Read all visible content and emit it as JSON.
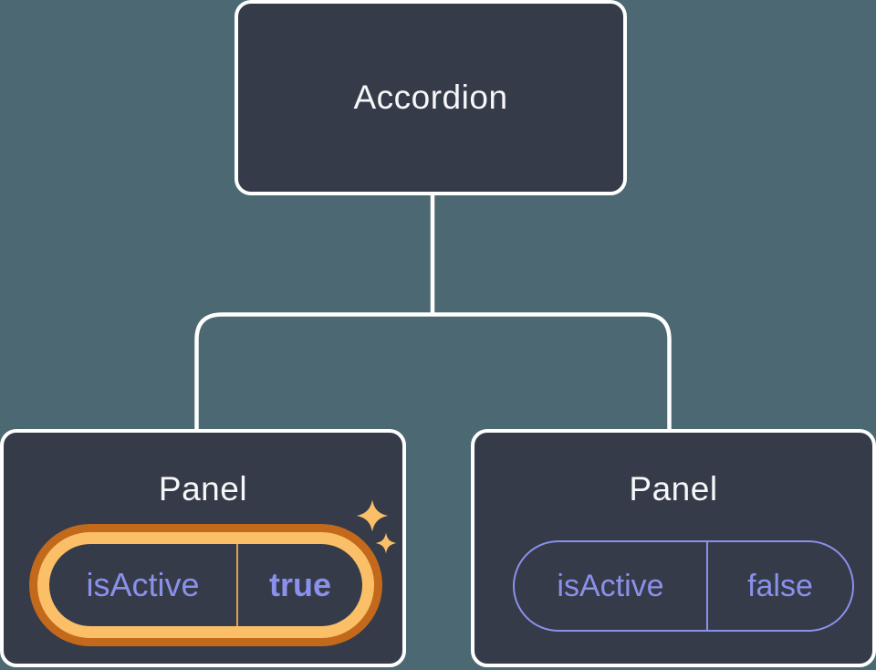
{
  "colors": {
    "background": "#4C6973",
    "node_fill": "#353B48",
    "node_border": "#FFFFFF",
    "connector": "#FFFFFF",
    "title_text": "#F6F7F9",
    "prop_text": "#8A91EB",
    "highlight_ring_outer": "#C2691C",
    "highlight_ring_inner": "#FBBF67",
    "highlight_divider": "#E2A14E",
    "sparkle": "#FBBF67"
  },
  "tree": {
    "root": {
      "label": "Accordion"
    },
    "children": [
      {
        "label": "Panel",
        "highlighted": true,
        "prop_name": "isActive",
        "prop_value": "true",
        "decoration": "sparkles-icon"
      },
      {
        "label": "Panel",
        "highlighted": false,
        "prop_name": "isActive",
        "prop_value": "false"
      }
    ]
  }
}
